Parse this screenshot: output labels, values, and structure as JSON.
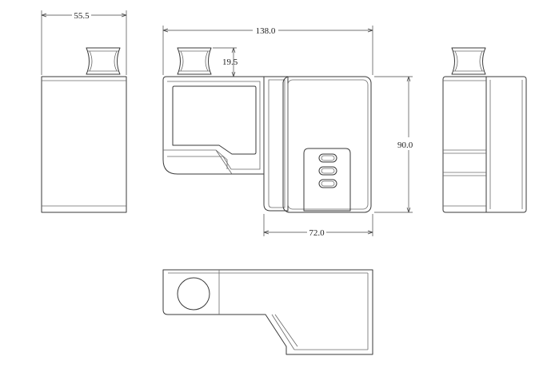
{
  "drawing": {
    "dimensions": {
      "side_width": "55.5",
      "overall_length": "138.0",
      "roller_height": "19.5",
      "body_height": "90.0",
      "body_width": "72.0"
    },
    "colors": {
      "line": "#3a3a3a",
      "background": "#ffffff"
    }
  }
}
